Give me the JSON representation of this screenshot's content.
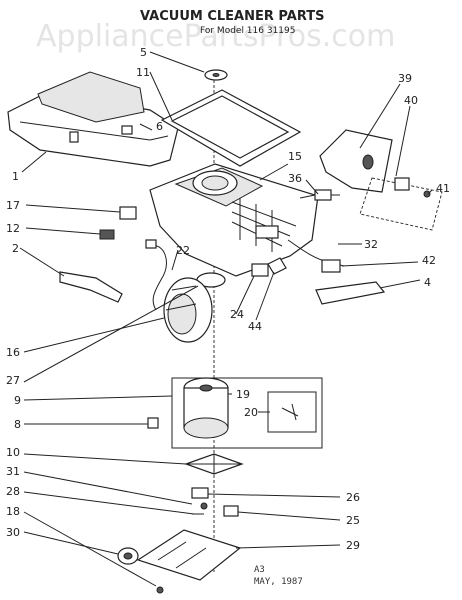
{
  "title": "VACUUM CLEANER PARTS",
  "subtitle": "For Model 116 31195",
  "watermark": "AppliancePartsPros.com",
  "stamp": {
    "line1": "A3",
    "line2": "MAY, 1987"
  },
  "callouts": {
    "c5": "5",
    "c11": "11",
    "c6": "6",
    "c1": "1",
    "c39": "39",
    "c40": "40",
    "c15": "15",
    "c36": "36",
    "c41": "41",
    "c17": "17",
    "c12": "12",
    "c2": "2",
    "c22": "22",
    "c32": "32",
    "c42": "42",
    "c4": "4",
    "c24": "24",
    "c44": "44",
    "c16": "16",
    "c27": "27",
    "c9": "9",
    "c19": "19",
    "c20": "20",
    "c8": "8",
    "c10": "10",
    "c31": "31",
    "c26": "26",
    "c28": "28",
    "c25": "25",
    "c18": "18",
    "c30": "30",
    "c29": "29"
  }
}
